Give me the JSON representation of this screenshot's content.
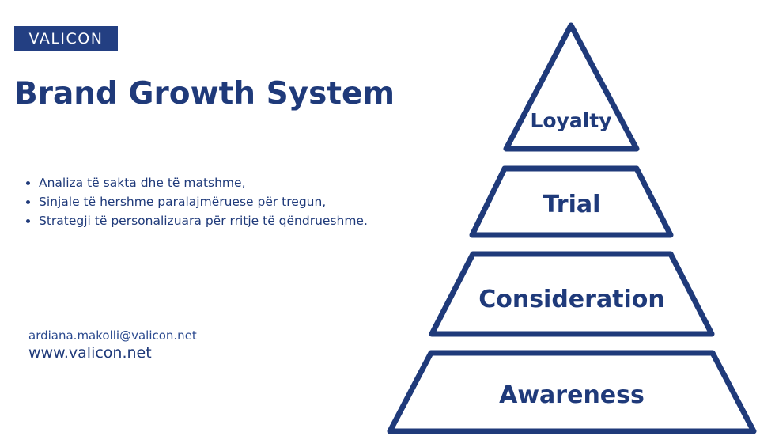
{
  "brand": {
    "logo_text": "VALICON"
  },
  "header": {
    "title": "Brand Growth System"
  },
  "bullets": [
    "Analiza të sakta dhe të matshme,",
    "Sinjale të hershme paralajmëruese për tregun,",
    "Strategji të personalizuara për rritje të qëndrueshme."
  ],
  "contact": {
    "email": "ardiana.makolli@valicon.net",
    "website": "www.valicon.net"
  },
  "pyramid": {
    "stroke_color": "#1f3a7a",
    "levels": [
      {
        "label": "Loyalty",
        "tier": 1
      },
      {
        "label": "Trial",
        "tier": 2
      },
      {
        "label": "Consideration",
        "tier": 3
      },
      {
        "label": "Awareness",
        "tier": 4
      }
    ]
  },
  "colors": {
    "primary": "#1f3a7a",
    "logo_bg": "#233f82",
    "background": "#ffffff"
  }
}
